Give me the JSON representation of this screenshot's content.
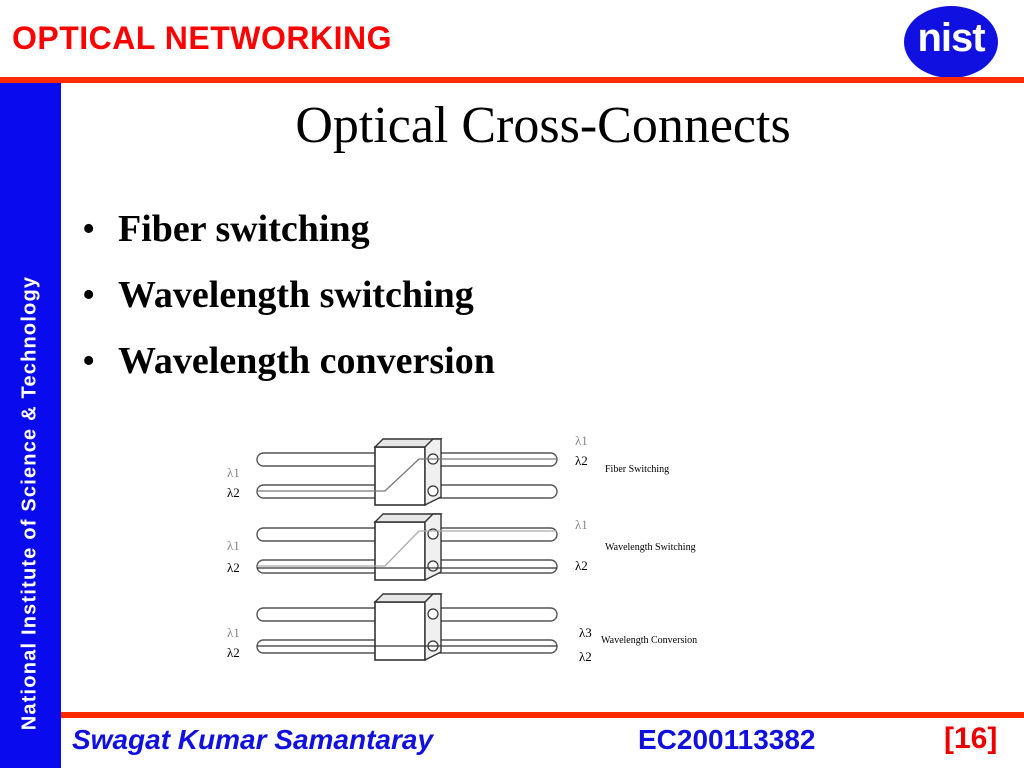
{
  "header": {
    "title": "OPTICAL NETWORKING",
    "logo_text": "nist"
  },
  "sidebar": {
    "text": "National Institute of Science & Technology"
  },
  "slide": {
    "title": "Optical Cross-Connects",
    "bullets": [
      "Fiber switching",
      "Wavelength switching",
      "Wavelength conversion"
    ]
  },
  "diagram": {
    "panels": [
      {
        "label": "Fiber Switching",
        "in_top": "",
        "in_bottom": "λ1 λ2",
        "out_top": "λ1 λ2",
        "out_bottom": ""
      },
      {
        "label": "Wavelength Switching",
        "in_top": "",
        "in_bottom": "λ1 λ2",
        "out_top": "λ1",
        "out_bottom": "λ2"
      },
      {
        "label": "Wavelength Conversion",
        "in_top": "",
        "in_bottom": "λ1 λ2",
        "out_top": "",
        "out_bottom": "λ3 λ2"
      }
    ],
    "lambda": {
      "l1": "λ1",
      "l2": "λ2",
      "l3": "λ3"
    }
  },
  "footer": {
    "author": "Swagat Kumar Samantaray",
    "code": "EC200113382",
    "page": "[16]"
  },
  "colors": {
    "accent_red": "#ff2a00",
    "sidebar_blue": "#0a0aee",
    "footer_blue": "#1010e0"
  }
}
